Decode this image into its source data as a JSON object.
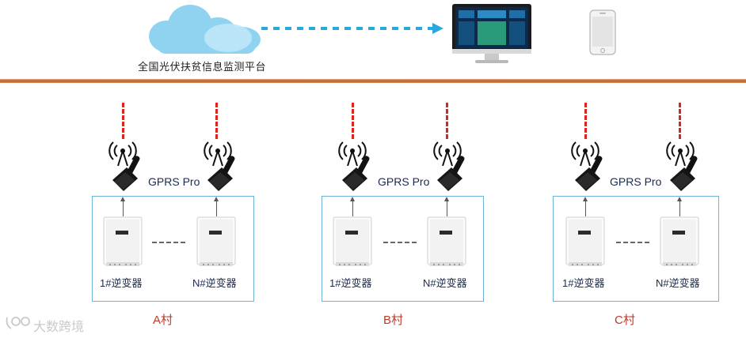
{
  "platform": {
    "label": "全国光伏扶贫信息监测平台"
  },
  "device_label": "GPRS Pro",
  "inverters": {
    "first": "1#逆变器",
    "last": "N#逆变器"
  },
  "villages": [
    {
      "name": "A村"
    },
    {
      "name": "B村"
    },
    {
      "name": "C村"
    }
  ],
  "watermark": "大数跨境",
  "colors": {
    "cloud": "#8fd3f1",
    "arrow": "#29a8e0",
    "signal_dash": "#d7261e",
    "box_border": "#6fb3d6",
    "divider": "#c0703a",
    "village_label": "#c0392b"
  }
}
